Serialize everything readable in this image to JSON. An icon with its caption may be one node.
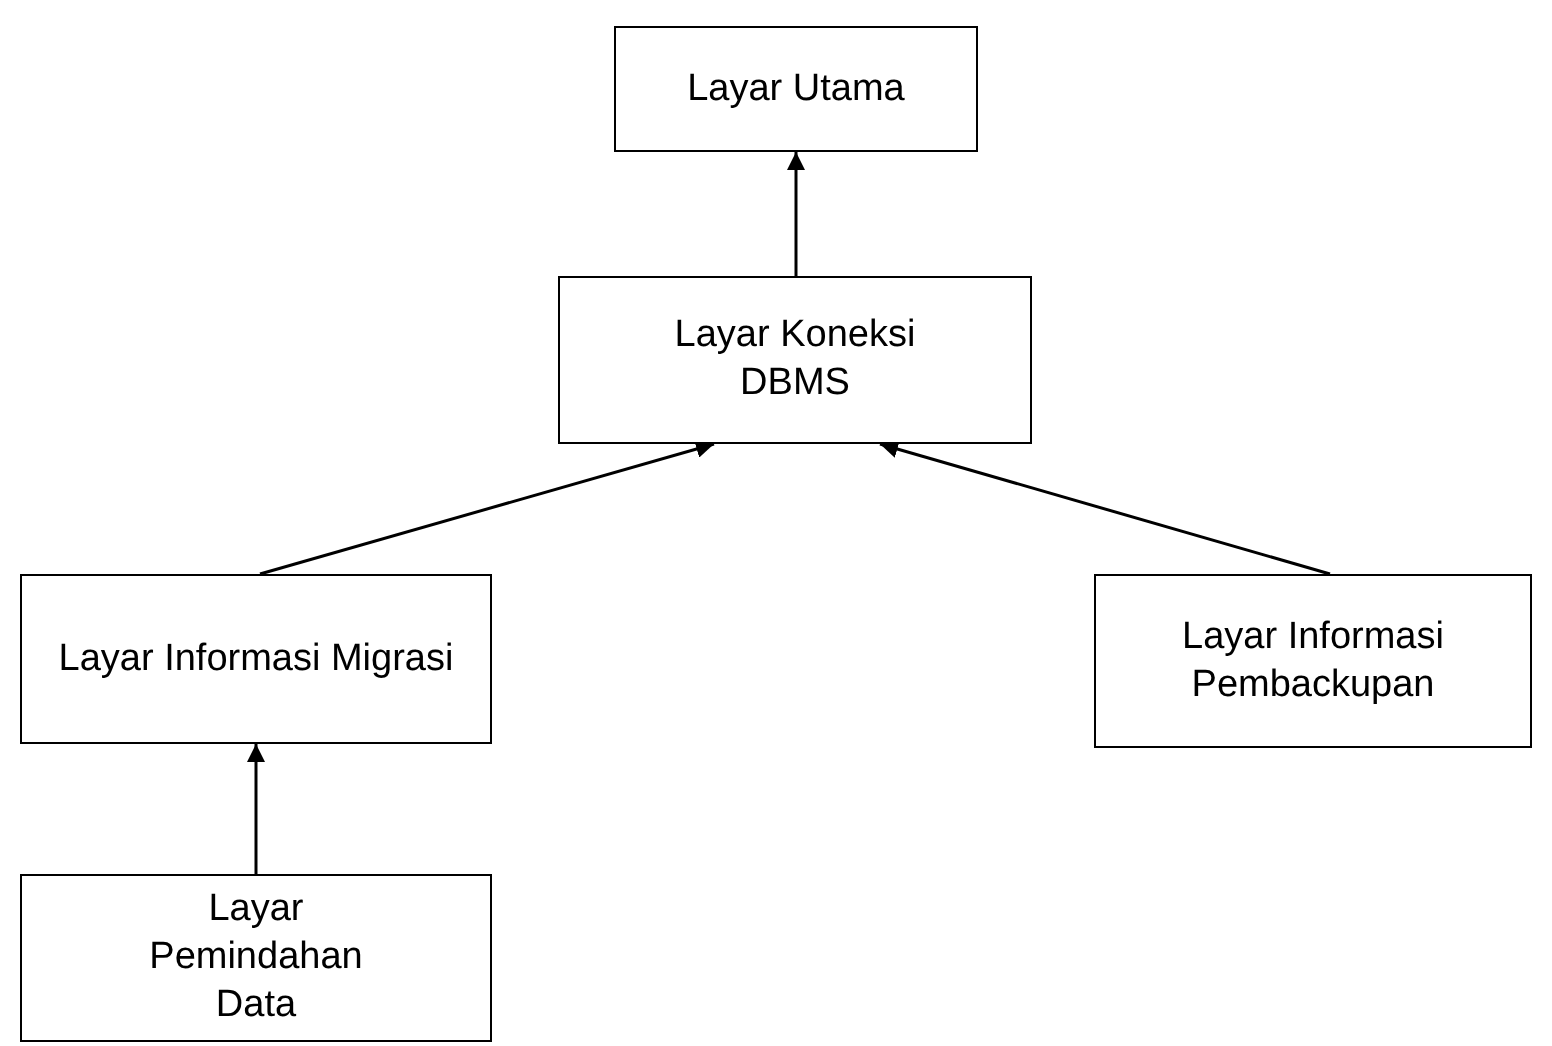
{
  "diagram": {
    "nodes": [
      {
        "text": [
          "Layar Utama"
        ]
      },
      {
        "text": [
          "Layar Koneksi DBMS"
        ]
      },
      {
        "text": [
          "Layar Informasi Migrasi"
        ]
      },
      {
        "text": [
          "Layar Informasi Pembackupan"
        ]
      },
      {
        "text": [
          "Layar Pemindahan Data"
        ]
      }
    ],
    "edges": [
      {
        "from": 1,
        "to": 0,
        "arrow": "to"
      },
      {
        "from": 2,
        "to": 1,
        "arrow": "to"
      },
      {
        "from": 3,
        "to": 1,
        "arrow": "to"
      },
      {
        "from": 4,
        "to": 2,
        "arrow": "to"
      }
    ]
  }
}
